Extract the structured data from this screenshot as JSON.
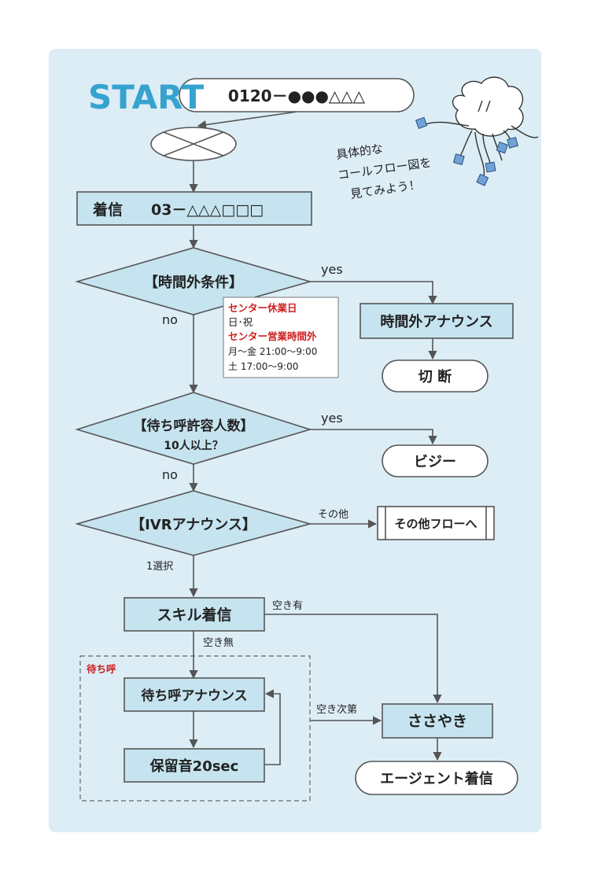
{
  "title": "START",
  "start_number": "0120－●●●△△△",
  "character_caption": [
    "具体的な",
    "コールフロー図を",
    "見てみよう！"
  ],
  "incoming": {
    "label": "着信",
    "number": "03－△△△□□□"
  },
  "after_hours": {
    "label": "【時間外条件】",
    "yes": "yes",
    "no": "no",
    "note": {
      "closed_days_title": "センター休業日",
      "closed_days": "日･祝",
      "off_hours_title": "センター営業時間外",
      "weekday_hours": "月～金 21:00～9:00",
      "saturday_hours": "土 17:00～9:00"
    },
    "announce": "時間外アナウンス",
    "disconnect": "切 断"
  },
  "queue_limit": {
    "label": "【待ち呼許容人数】",
    "sub": "10人以上？",
    "yes": "yes",
    "no": "no",
    "busy": "ビジー"
  },
  "ivr": {
    "label": "【IVRアナウンス】",
    "other_label": "その他",
    "other_flow": "その他フローへ",
    "option1": "1選択"
  },
  "skill": {
    "label": "スキル着信",
    "available": "空き有",
    "none": "空き無"
  },
  "queue": {
    "group_label": "待ち呼",
    "announce": "待ち呼アナウンス",
    "hold": "保留音20sec",
    "when_free": "空き次第"
  },
  "whisper": "ささやき",
  "agent": "エージェント着信",
  "colors": {
    "panel_bg": "#dcedf6",
    "box_fill": "#c6e4ef",
    "title_blue": "#36a3cf",
    "accent_red": "#cc1f1f",
    "line": "#555555"
  }
}
